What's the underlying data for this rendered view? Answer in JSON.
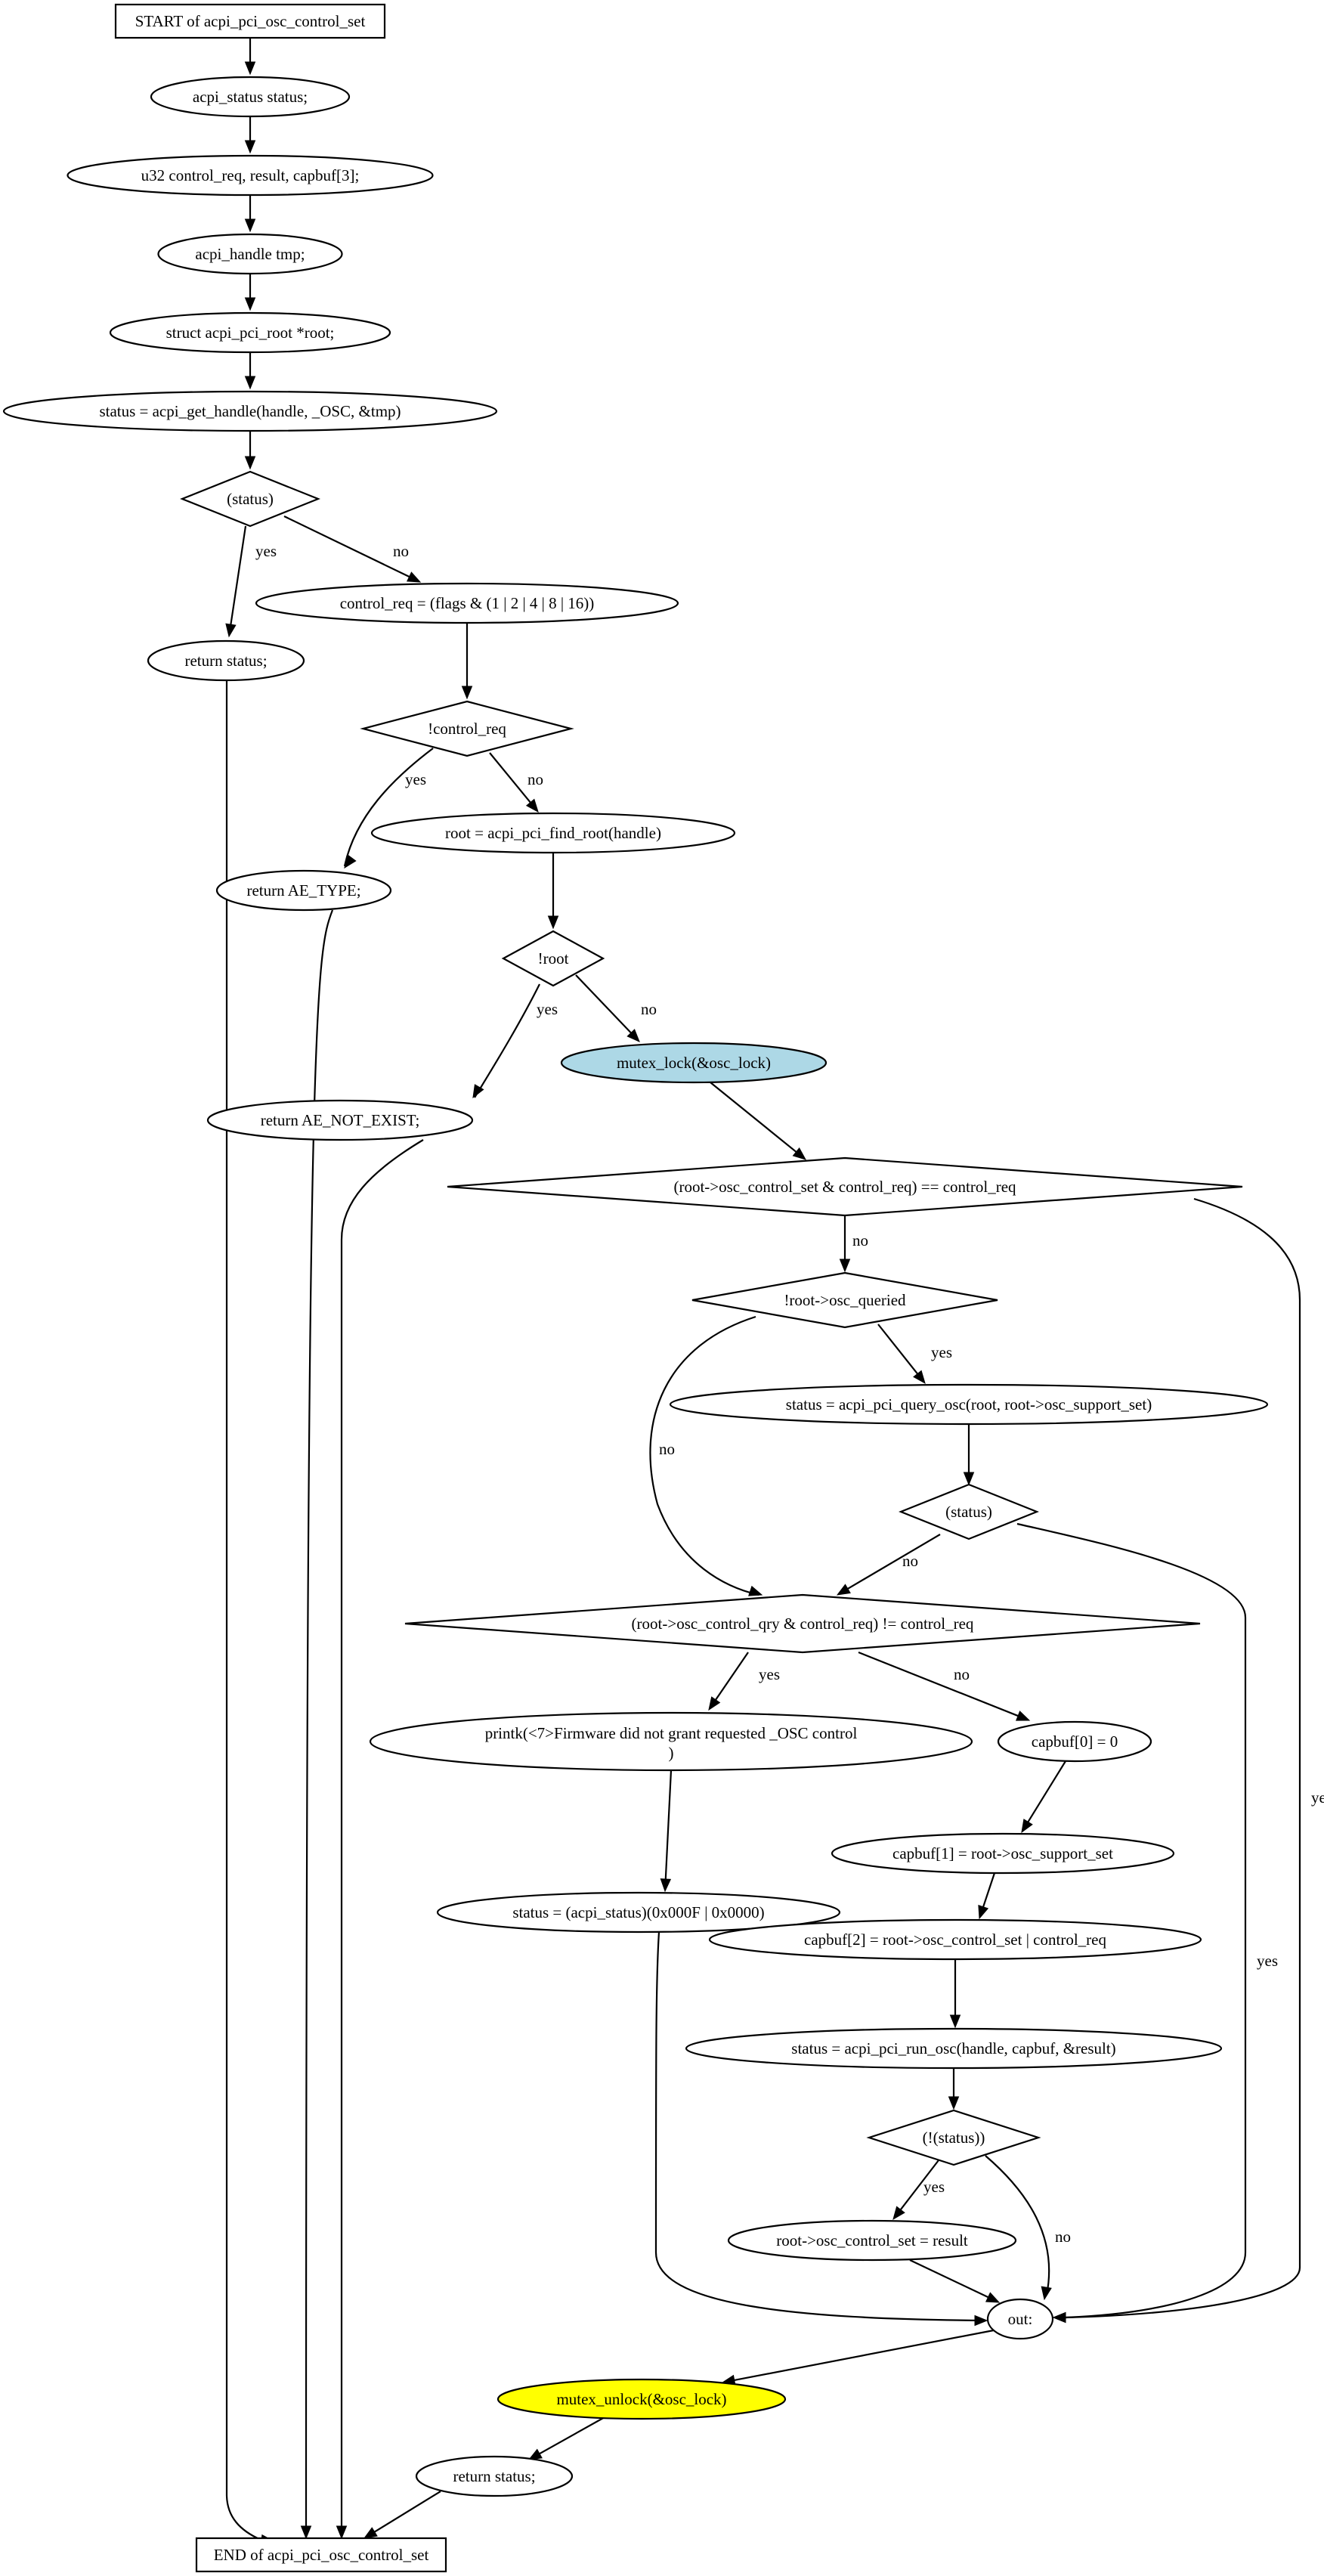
{
  "colors": {
    "stroke": "#000000",
    "default_fill": "#ffffff",
    "mutex_lock_fill": "#add8e6",
    "mutex_unlock_fill": "#ffff00"
  },
  "nodes": [
    {
      "id": "start",
      "shape": "box",
      "label": "START of acpi_pci_osc_control_set"
    },
    {
      "id": "n1",
      "shape": "ellipse",
      "label": "acpi_status status;"
    },
    {
      "id": "n2",
      "shape": "ellipse",
      "label": "u32 control_req, result, capbuf[3];"
    },
    {
      "id": "n3",
      "shape": "ellipse",
      "label": "acpi_handle tmp;"
    },
    {
      "id": "n4",
      "shape": "ellipse",
      "label": "struct acpi_pci_root *root;"
    },
    {
      "id": "n5",
      "shape": "ellipse",
      "label": "status = acpi_get_handle(handle, _OSC, &tmp)"
    },
    {
      "id": "d1",
      "shape": "diamond",
      "label": "(status)"
    },
    {
      "id": "r1",
      "shape": "ellipse",
      "label": "return status;"
    },
    {
      "id": "n6",
      "shape": "ellipse",
      "label": "control_req = (flags & (1 | 2 | 4 | 8 | 16))"
    },
    {
      "id": "d2",
      "shape": "diamond",
      "label": "!control_req"
    },
    {
      "id": "r2",
      "shape": "ellipse",
      "label": "return AE_TYPE;"
    },
    {
      "id": "n7",
      "shape": "ellipse",
      "label": "root = acpi_pci_find_root(handle)"
    },
    {
      "id": "d3",
      "shape": "diamond",
      "label": "!root"
    },
    {
      "id": "r3",
      "shape": "ellipse",
      "label": "return AE_NOT_EXIST;"
    },
    {
      "id": "n8",
      "shape": "ellipse",
      "label": "mutex_lock(&osc_lock)",
      "fill": "mutex_lock_fill"
    },
    {
      "id": "d4",
      "shape": "diamond",
      "label": "(root->osc_control_set & control_req) == control_req"
    },
    {
      "id": "d5",
      "shape": "diamond",
      "label": "!root->osc_queried"
    },
    {
      "id": "n9",
      "shape": "ellipse",
      "label": "status = acpi_pci_query_osc(root, root->osc_support_set)"
    },
    {
      "id": "d6",
      "shape": "diamond",
      "label": "(status)"
    },
    {
      "id": "d7",
      "shape": "diamond",
      "label": "(root->osc_control_qry & control_req) != control_req"
    },
    {
      "id": "n10",
      "shape": "ellipse",
      "label": "printk(<7>Firmware did not grant requested _OSC control",
      "label2": ")"
    },
    {
      "id": "n11",
      "shape": "ellipse",
      "label": "status = (acpi_status)(0x000F | 0x0000)"
    },
    {
      "id": "n12",
      "shape": "ellipse",
      "label": "capbuf[0] = 0"
    },
    {
      "id": "n13",
      "shape": "ellipse",
      "label": "capbuf[1] = root->osc_support_set"
    },
    {
      "id": "n14",
      "shape": "ellipse",
      "label": "capbuf[2] = root->osc_control_set | control_req"
    },
    {
      "id": "n15",
      "shape": "ellipse",
      "label": "status = acpi_pci_run_osc(handle, capbuf, &result)"
    },
    {
      "id": "d8",
      "shape": "diamond",
      "label": "(!(status))"
    },
    {
      "id": "n16",
      "shape": "ellipse",
      "label": "root->osc_control_set = result"
    },
    {
      "id": "out",
      "shape": "ellipse",
      "label": "out:"
    },
    {
      "id": "n17",
      "shape": "ellipse",
      "label": "mutex_unlock(&osc_lock)",
      "fill": "mutex_unlock_fill"
    },
    {
      "id": "r4",
      "shape": "ellipse",
      "label": "return status;"
    },
    {
      "id": "end",
      "shape": "box",
      "label": "END of acpi_pci_osc_control_set"
    }
  ],
  "edges": [
    {
      "from": "start",
      "to": "n1",
      "label": ""
    },
    {
      "from": "n1",
      "to": "n2",
      "label": ""
    },
    {
      "from": "n2",
      "to": "n3",
      "label": ""
    },
    {
      "from": "n3",
      "to": "n4",
      "label": ""
    },
    {
      "from": "n4",
      "to": "n5",
      "label": ""
    },
    {
      "from": "n5",
      "to": "d1",
      "label": ""
    },
    {
      "from": "d1",
      "to": "r1",
      "label": "yes"
    },
    {
      "from": "d1",
      "to": "n6",
      "label": "no"
    },
    {
      "from": "r1",
      "to": "end",
      "label": ""
    },
    {
      "from": "n6",
      "to": "d2",
      "label": ""
    },
    {
      "from": "d2",
      "to": "r2",
      "label": "yes"
    },
    {
      "from": "d2",
      "to": "n7",
      "label": "no"
    },
    {
      "from": "r2",
      "to": "end",
      "label": ""
    },
    {
      "from": "n7",
      "to": "d3",
      "label": ""
    },
    {
      "from": "d3",
      "to": "r3",
      "label": "yes"
    },
    {
      "from": "d3",
      "to": "n8",
      "label": "no"
    },
    {
      "from": "r3",
      "to": "end",
      "label": ""
    },
    {
      "from": "n8",
      "to": "d4",
      "label": ""
    },
    {
      "from": "d4",
      "to": "d5",
      "label": "no"
    },
    {
      "from": "d4",
      "to": "out",
      "label": "yes"
    },
    {
      "from": "d5",
      "to": "n9",
      "label": "yes"
    },
    {
      "from": "d5",
      "to": "d7",
      "label": "no"
    },
    {
      "from": "n9",
      "to": "d6",
      "label": ""
    },
    {
      "from": "d6",
      "to": "d7",
      "label": "no"
    },
    {
      "from": "d6",
      "to": "out",
      "label": "yes"
    },
    {
      "from": "d7",
      "to": "n10",
      "label": "yes"
    },
    {
      "from": "d7",
      "to": "n12",
      "label": "no"
    },
    {
      "from": "n10",
      "to": "n11",
      "label": ""
    },
    {
      "from": "n11",
      "to": "out",
      "label": ""
    },
    {
      "from": "n12",
      "to": "n13",
      "label": ""
    },
    {
      "from": "n13",
      "to": "n14",
      "label": ""
    },
    {
      "from": "n14",
      "to": "n15",
      "label": ""
    },
    {
      "from": "n15",
      "to": "d8",
      "label": ""
    },
    {
      "from": "d8",
      "to": "n16",
      "label": "yes"
    },
    {
      "from": "d8",
      "to": "out",
      "label": "no"
    },
    {
      "from": "n16",
      "to": "out",
      "label": ""
    },
    {
      "from": "out",
      "to": "n17",
      "label": ""
    },
    {
      "from": "n17",
      "to": "r4",
      "label": ""
    },
    {
      "from": "r4",
      "to": "end",
      "label": ""
    }
  ]
}
